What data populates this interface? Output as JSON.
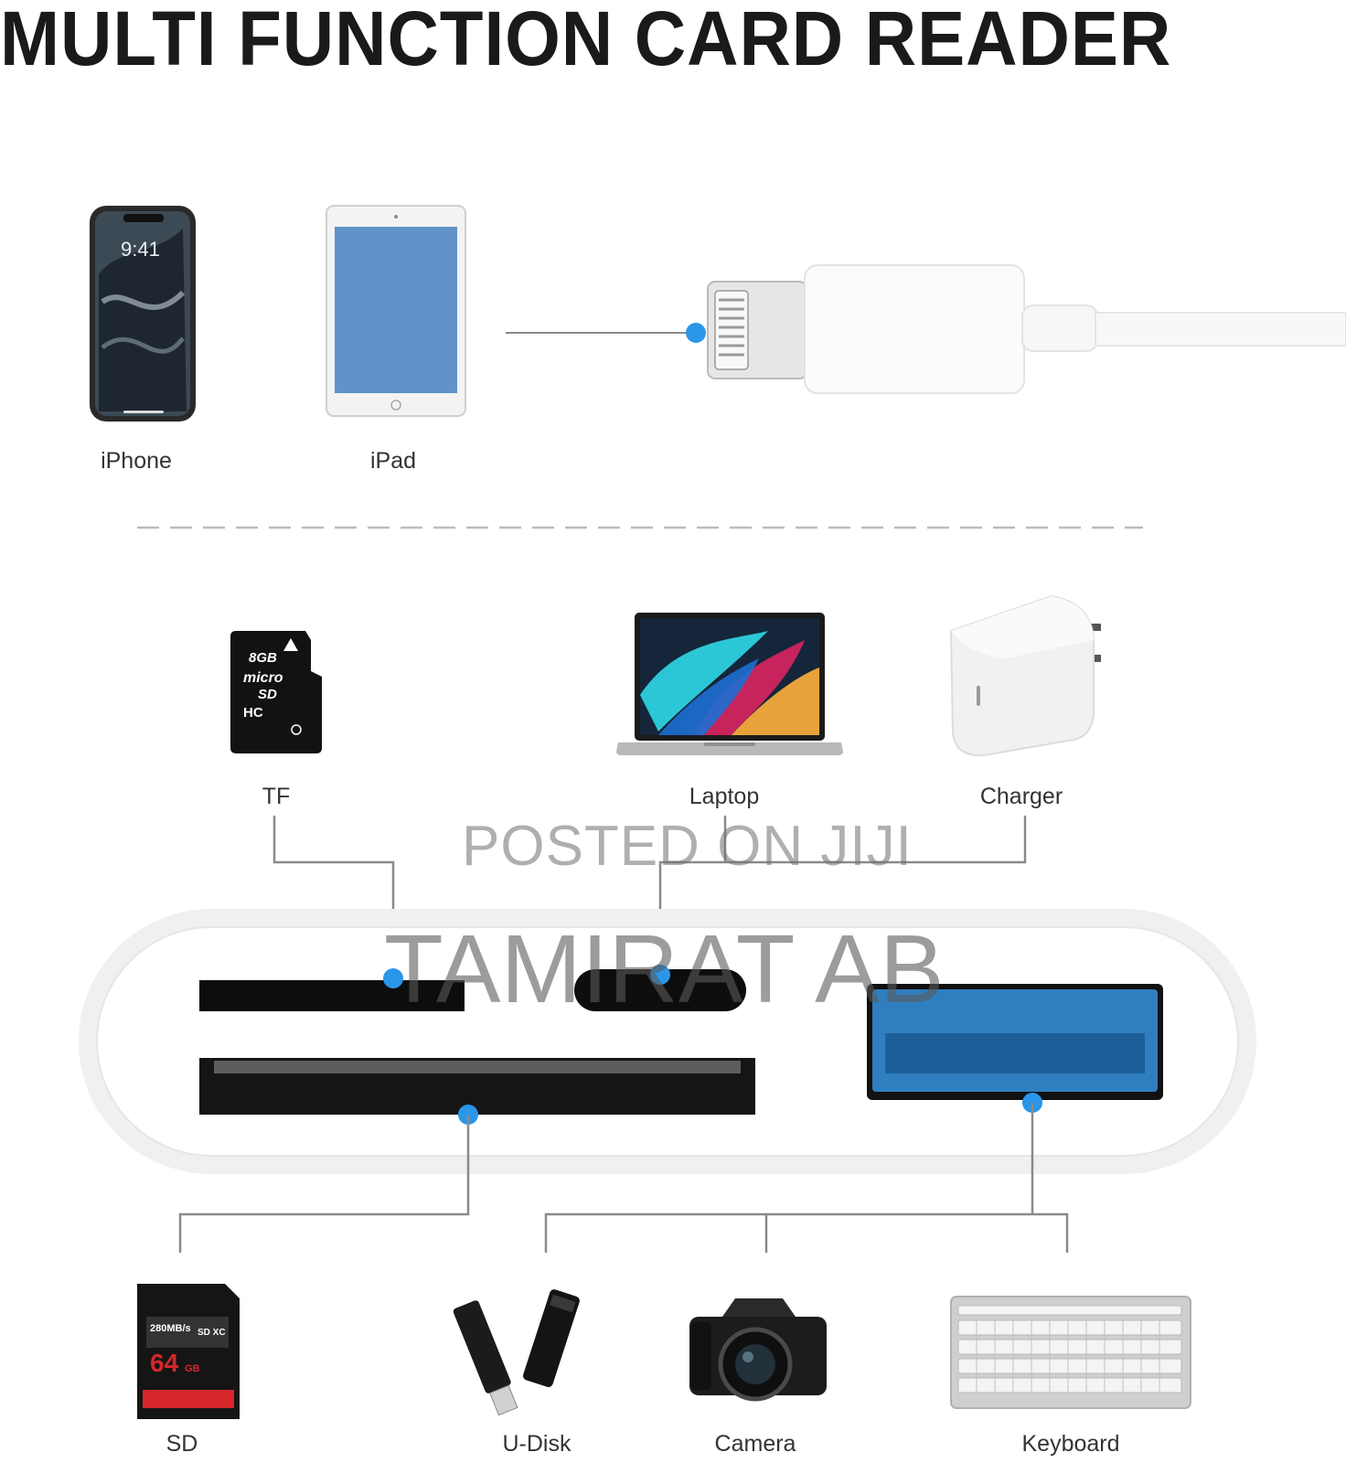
{
  "title": "MULTI FUNCTION CARD READER",
  "devices_top": [
    {
      "label": "iPhone",
      "icon": "iphone-icon"
    },
    {
      "label": "iPad",
      "icon": "ipad-icon"
    }
  ],
  "devices_middle": [
    {
      "label": "TF",
      "icon": "microsd-card-icon"
    },
    {
      "label": "Laptop",
      "icon": "laptop-icon"
    },
    {
      "label": "Charger",
      "icon": "charger-icon"
    }
  ],
  "devices_bottom": [
    {
      "label": "SD",
      "icon": "sd-card-icon"
    },
    {
      "label": "U-Disk",
      "icon": "usb-flash-drive-icon"
    },
    {
      "label": "Camera",
      "icon": "camera-icon"
    },
    {
      "label": "Keyboard",
      "icon": "keyboard-icon"
    }
  ],
  "microsd_card": {
    "capacity": "8GB",
    "brand_line1": "micro",
    "brand_line2": "SD",
    "type": "HC"
  },
  "sd_card": {
    "speed": "280MB/s",
    "type": "SD XC",
    "capacity": "64",
    "unit": "GB"
  },
  "watermark": {
    "line1": "POSTED ON JIJI",
    "line2": "TAMIRAT AB"
  },
  "colors": {
    "accent_dot": "#2a96e8",
    "connector_line": "#8a8a8a",
    "usb_port": "#2f7fc0"
  }
}
